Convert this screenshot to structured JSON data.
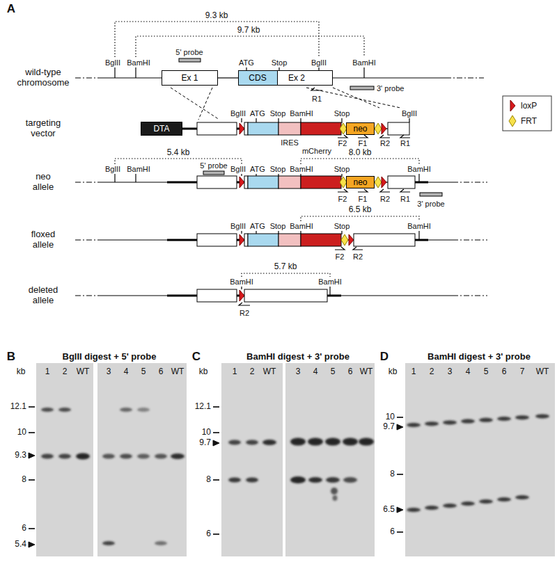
{
  "diagram": {
    "nodes": [
      {
        "text": [
          "Ex 1"
        ]
      },
      {
        "text": [
          "Ex 2"
        ]
      },
      {
        "text": [
          "CDS"
        ],
        "in": 1
      },
      {
        "text": [
          "DTA"
        ]
      },
      {
        "text": [
          "neo"
        ]
      },
      {
        "text": [
          "neo"
        ]
      }
    ],
    "labels": [
      "A",
      "9.3 kb",
      "9.7 kb",
      "wild-type chromosome",
      "BglII",
      "BamHI",
      "5' probe",
      "ATG",
      "Stop",
      "BglII",
      "BamHI",
      "R1",
      "3' probe",
      "targeting vector",
      "BglII",
      "ATG",
      "Stop",
      "BamHI",
      "Stop",
      "BglII",
      "IRES",
      "mCherry",
      "F2",
      "F1",
      "R2",
      "R1",
      "neo allele",
      "5.4 kb",
      "8.0 kb",
      "BglII",
      "BamHI",
      "5' probe",
      "BglII",
      "ATG",
      "Stop",
      "BamHI",
      "Stop",
      "BamHI",
      "F2",
      "F1",
      "R2",
      "R1",
      "3' probe",
      "floxed allele",
      "6.5 kb",
      "BglII",
      "ATG",
      "Stop",
      "BamHI",
      "Stop",
      "BamHI",
      "F2",
      "R2",
      "deleted allele",
      "5.7 kb",
      "BamHI",
      "BamHI",
      "R2",
      "B",
      "BglII digest + 5' probe",
      "kb",
      "1",
      "2",
      "WT",
      "3",
      "4",
      "5",
      "6",
      "WT",
      "12.1",
      "10",
      "9.3",
      "8",
      "6",
      "5.4",
      "C",
      "BamHI digest + 3' probe",
      "kb",
      "1",
      "2",
      "WT",
      "3",
      "4",
      "5",
      "6",
      "WT",
      "12.1",
      "10",
      "9.7",
      "8",
      "6",
      "D",
      "BamHI digest + 3' probe",
      "kb",
      "1",
      "2",
      "3",
      "4",
      "5",
      "6",
      "7",
      "WT",
      "10",
      "9.7",
      "8",
      "6.5",
      "6"
    ],
    "legend": [
      {
        "text": "loxP",
        "color": "#d7191c"
      },
      {
        "text": "FRT",
        "color": "#f7e14a"
      }
    ]
  }
}
